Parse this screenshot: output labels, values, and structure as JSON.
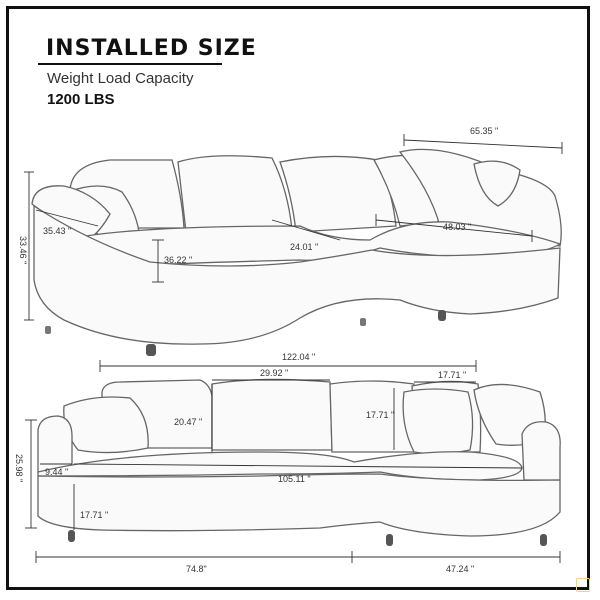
{
  "header": {
    "title": "INSTALLED SIZE",
    "subtitle": "Weight Load Capacity",
    "weight": "1200 LBS"
  },
  "top_view": {
    "dims": {
      "width_chaise": "65.35 \"",
      "height": "33.46 \"",
      "arm_depth": "35.43 \"",
      "seat_depth": "36.22 \"",
      "seat_width": "24.01 \"",
      "chaise_length": "48.03 \""
    }
  },
  "front_view": {
    "dims": {
      "overall_length": "122.04 \"",
      "back_cushion": "29.92 \"",
      "pillow_width": "17.71 \"",
      "back_height": "20.47 \"",
      "pillow_height": "17.71 \"",
      "total_height": "25.98 \"",
      "arm_width": "9.44 \"",
      "seat_length": "105.11 \"",
      "seat_height": "17.71 \"",
      "left_section": "74.8\"",
      "right_section": "47.24 \""
    }
  }
}
